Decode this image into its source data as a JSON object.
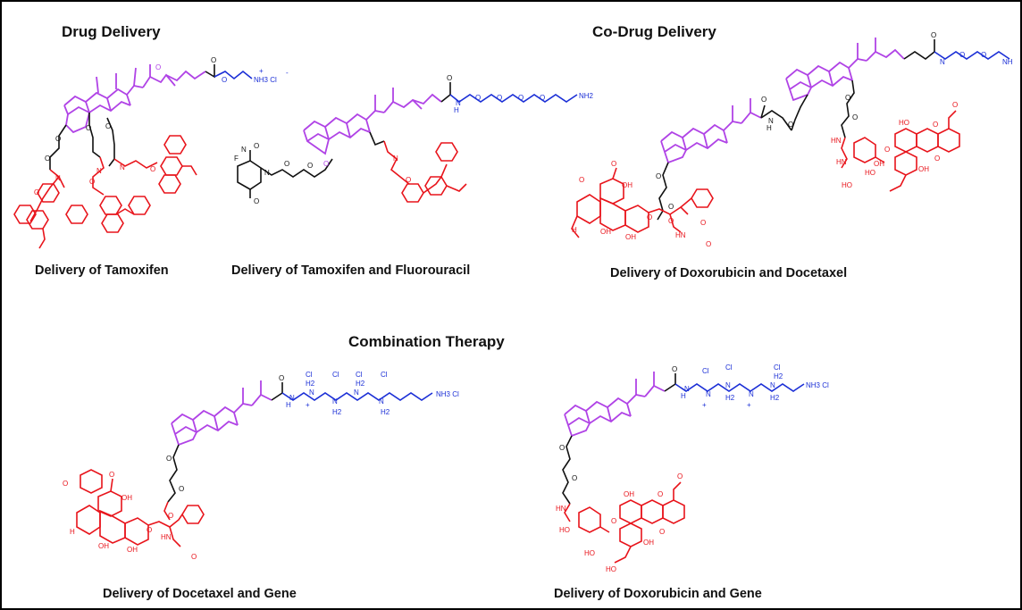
{
  "headings": {
    "drug_delivery": "Drug Delivery",
    "co_drug_delivery": "Co-Drug Delivery",
    "combination_therapy": "Combination Therapy"
  },
  "captions": {
    "tamoxifen": "Delivery of Tamoxifen",
    "tamoxifen_fluorouracil": "Delivery of Tamoxifen and Fluorouracil",
    "doxorubicin_docetaxel": "Delivery of Doxorubicin and Docetaxel",
    "docetaxel_gene": "Delivery of Docetaxel and Gene",
    "doxorubicin_gene": "Delivery of Doxorubicin and Gene"
  },
  "atom_labels": {
    "ammonium": "NH3",
    "chloride": "Cl",
    "ammonium_cl": "NH3  Cl",
    "amine": "NH2",
    "nh": "NH",
    "h": "H",
    "n": "N",
    "o": "O",
    "f": "F",
    "oh": "OH",
    "ho": "HO",
    "hn": "HN",
    "h2": "H2",
    "plus": "+",
    "minus": "-",
    "methoxy": "O"
  },
  "colors": {
    "steroid": "#b043e6",
    "linker": "#111111",
    "drug": "#e8141b",
    "cationic": "#1b2fd6",
    "frame": "#000000"
  }
}
